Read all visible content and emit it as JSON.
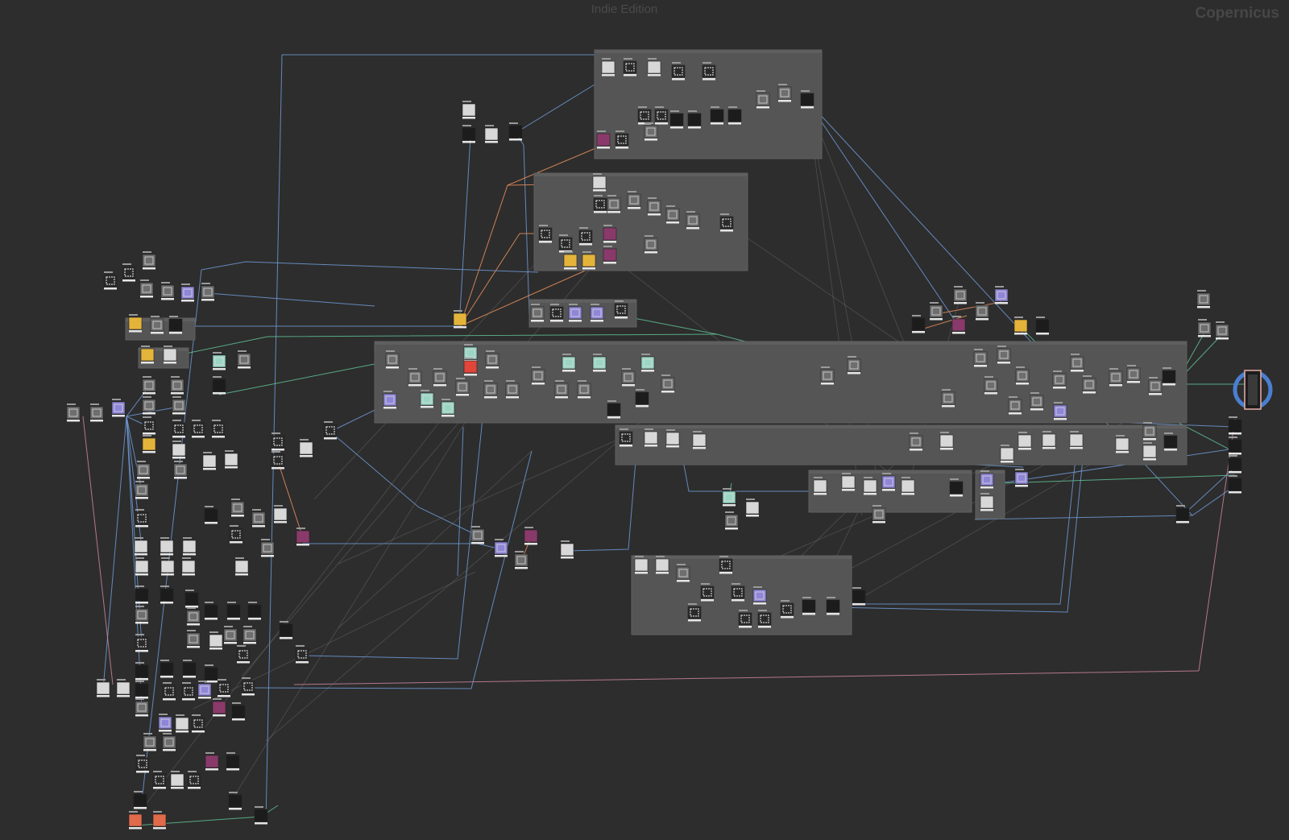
{
  "header": {
    "edition_label": "Indie Edition",
    "context_label": "Copernicus"
  },
  "colors": {
    "background": "#2d2d2d",
    "network_box": "#555555",
    "wire_blue": "#6f9ad6",
    "wire_orange": "#e0895a",
    "wire_green": "#5fbf95",
    "wire_pink": "#d68aa8",
    "wire_gray": "#7a7a7a",
    "output_ring": "#4a7fd0",
    "node_light": "#d8d8d8",
    "node_dark": "#1c1c1c",
    "node_red": "#e2453a",
    "node_orange": "#e06a4a",
    "node_yellow": "#e4b43a",
    "node_purple": "#8f86d8",
    "node_teal": "#9ad6c4",
    "node_magenta": "#8a3a6a"
  },
  "network_boxes": [
    {
      "id": "box-top"
    },
    {
      "id": "box-upper-mid"
    },
    {
      "id": "box-small-mid"
    },
    {
      "id": "box-yellow-a"
    },
    {
      "id": "box-yellow-b"
    },
    {
      "id": "box-main"
    },
    {
      "id": "box-second"
    },
    {
      "id": "box-third"
    },
    {
      "id": "box-third-side"
    },
    {
      "id": "box-bottom"
    }
  ],
  "output_node": {
    "icon": "output-node-icon"
  }
}
